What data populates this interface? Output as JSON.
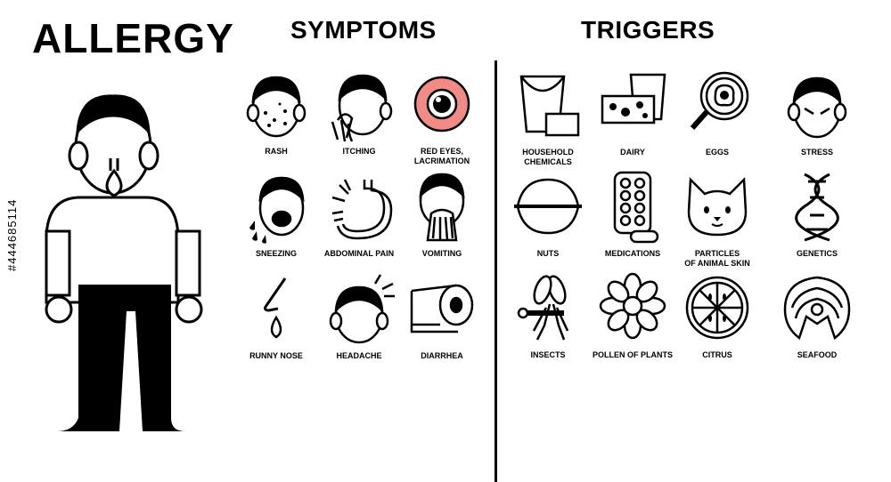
{
  "title": "ALLERGY",
  "symptoms_title": "SYMPTOMS",
  "triggers_title": "TRIGGERS",
  "stock_id": "#444685114",
  "symptoms": [
    {
      "label": "RASH",
      "icon": "rash-icon"
    },
    {
      "label": "ITCHING",
      "icon": "itching-icon"
    },
    {
      "label": "RED EYES,\nLACRIMATION",
      "icon": "red-eye-icon"
    },
    {
      "label": "SNEEZING",
      "icon": "sneezing-icon"
    },
    {
      "label": "ABDOMINAL PAIN",
      "icon": "stomach-icon"
    },
    {
      "label": "VOMITING",
      "icon": "vomiting-icon"
    },
    {
      "label": "RUNNY NOSE",
      "icon": "runny-nose-icon"
    },
    {
      "label": "HEADACHE",
      "icon": "headache-icon"
    },
    {
      "label": "DIARRHEA",
      "icon": "toilet-paper-icon"
    }
  ],
  "triggers": [
    {
      "label": "HOUSEHOLD\nCHEMICALS",
      "icon": "bucket-icon"
    },
    {
      "label": "DAIRY",
      "icon": "cheese-milk-icon"
    },
    {
      "label": "EGGS",
      "icon": "frying-pan-egg-icon"
    },
    {
      "label": "STRESS",
      "icon": "angry-face-icon"
    },
    {
      "label": "NUTS",
      "icon": "nut-icon"
    },
    {
      "label": "MEDICATIONS",
      "icon": "pills-icon"
    },
    {
      "label": "PARTICLES\nOF ANIMAL SKIN",
      "icon": "cat-icon"
    },
    {
      "label": "GENETICS",
      "icon": "dna-icon"
    },
    {
      "label": "INSECTS",
      "icon": "mosquito-icon"
    },
    {
      "label": "POLLEN OF PLANTS",
      "icon": "flower-icon"
    },
    {
      "label": "CITRUS",
      "icon": "citrus-icon"
    },
    {
      "label": "SEAFOOD",
      "icon": "fish-steak-icon"
    }
  ],
  "colors": {
    "accent_red": "#f28b85",
    "ink": "#000000"
  }
}
